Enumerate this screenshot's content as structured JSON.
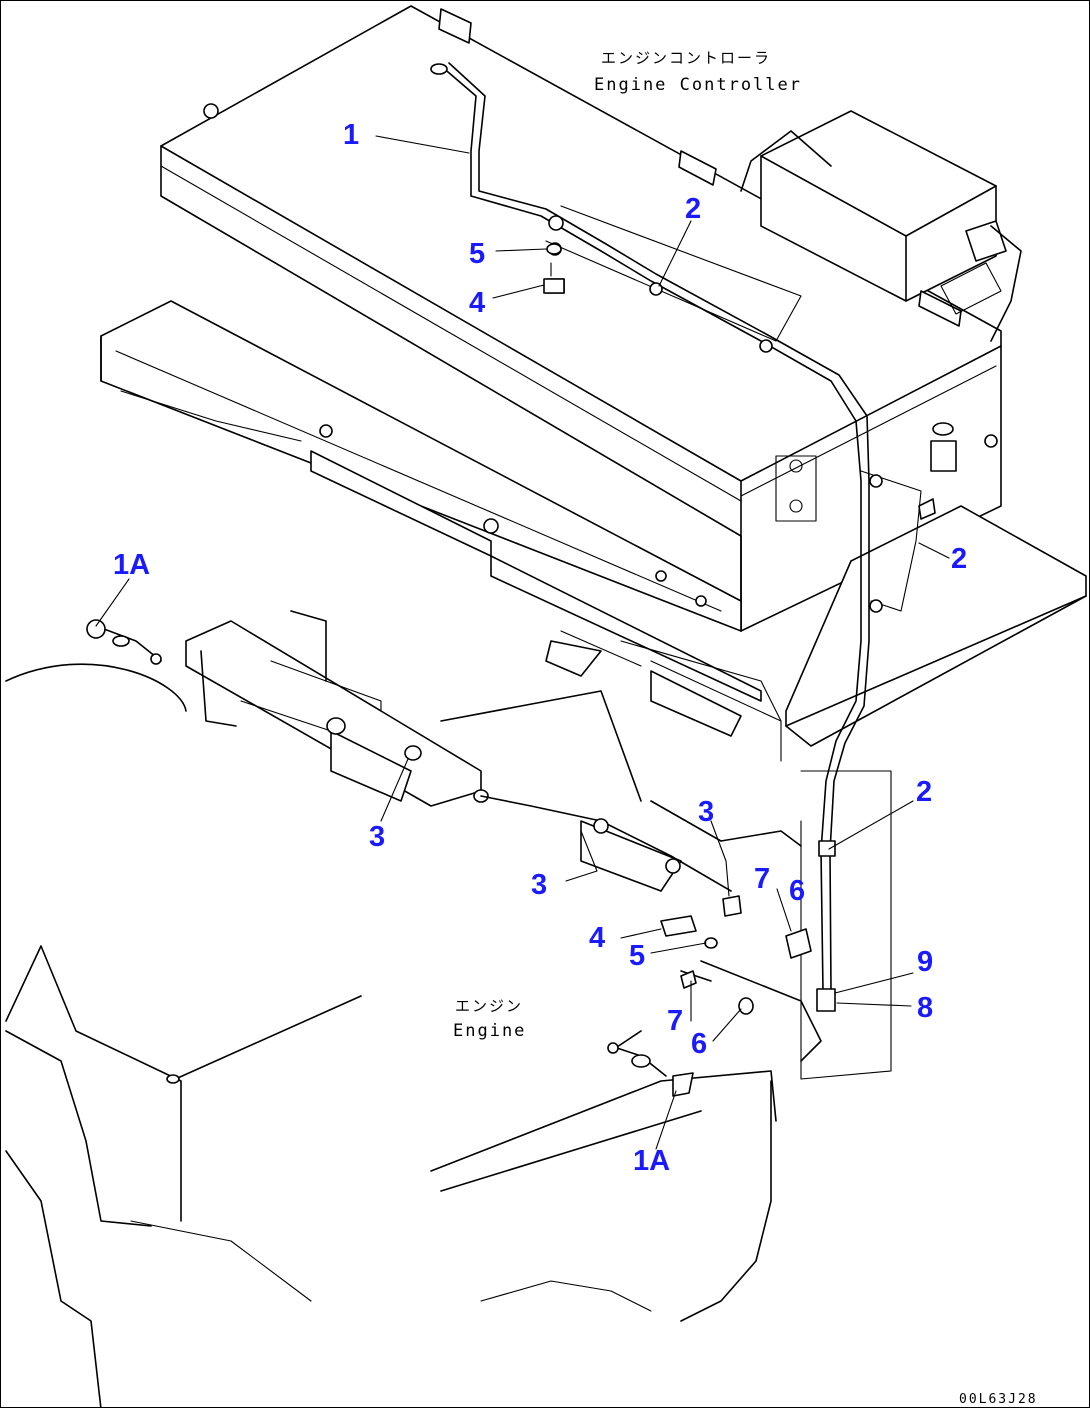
{
  "labels": {
    "controller_jp": "エンジンコントローラ",
    "controller_en": "Engine Controller",
    "engine_jp": "エンジン",
    "engine_en": "Engine",
    "drawing_code": "00L63J28"
  },
  "callouts": [
    {
      "text": "1"
    },
    {
      "text": "2"
    },
    {
      "text": "5"
    },
    {
      "text": "4"
    },
    {
      "text": "1A"
    },
    {
      "text": "2"
    },
    {
      "text": "2"
    },
    {
      "text": "3"
    },
    {
      "text": "3"
    },
    {
      "text": "3"
    },
    {
      "text": "7"
    },
    {
      "text": "6"
    },
    {
      "text": "4"
    },
    {
      "text": "5"
    },
    {
      "text": "9"
    },
    {
      "text": "8"
    },
    {
      "text": "7"
    },
    {
      "text": "6"
    },
    {
      "text": "1A"
    }
  ],
  "colors": {
    "callout": "#1a1aff",
    "line": "#000000"
  }
}
